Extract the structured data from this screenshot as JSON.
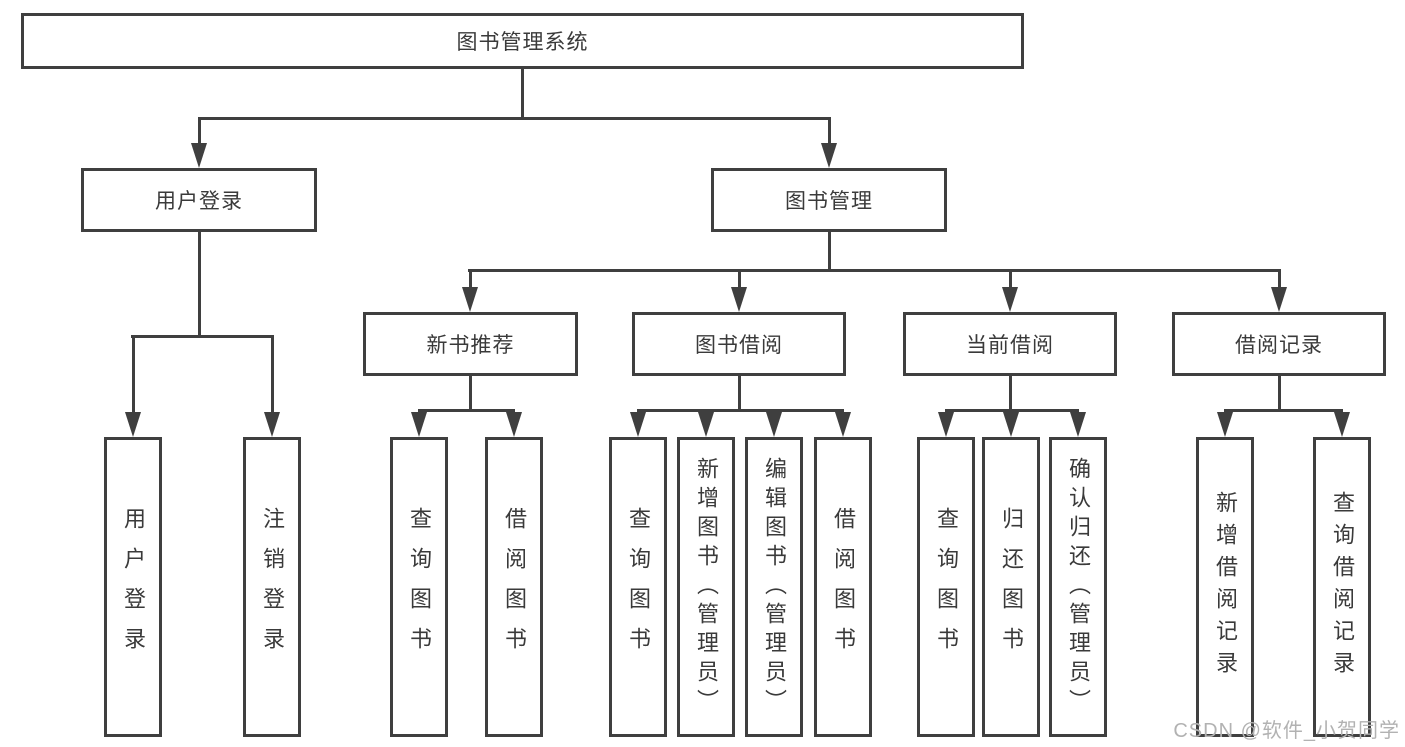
{
  "diagram": {
    "root": {
      "label": "图书管理系统"
    },
    "level2": [
      {
        "label": "用户登录"
      },
      {
        "label": "图书管理"
      }
    ],
    "level3": [
      {
        "label": "新书推荐",
        "parent": "图书管理"
      },
      {
        "label": "图书借阅",
        "parent": "图书管理"
      },
      {
        "label": "当前借阅",
        "parent": "图书管理"
      },
      {
        "label": "借阅记录",
        "parent": "图书管理"
      }
    ],
    "leaves": [
      {
        "label": "用户登录",
        "parent": "用户登录"
      },
      {
        "label": "注销登录",
        "parent": "用户登录"
      },
      {
        "label": "查询图书",
        "parent": "新书推荐"
      },
      {
        "label": "借阅图书",
        "parent": "新书推荐"
      },
      {
        "label": "查询图书",
        "parent": "图书借阅"
      },
      {
        "label": "新增图书（管理员）",
        "parent": "图书借阅"
      },
      {
        "label": "编辑图书（管理员）",
        "parent": "图书借阅"
      },
      {
        "label": "借阅图书",
        "parent": "图书借阅"
      },
      {
        "label": "查询图书",
        "parent": "当前借阅"
      },
      {
        "label": "归还图书",
        "parent": "当前借阅"
      },
      {
        "label": "确认归还（管理员）",
        "parent": "当前借阅"
      },
      {
        "label": "新增借阅记录",
        "parent": "借阅记录"
      },
      {
        "label": "查询借阅记录",
        "parent": "借阅记录"
      }
    ]
  },
  "watermark": {
    "text": "CSDN @软件_小贺同学"
  },
  "colors": {
    "line": "#3f3f3f",
    "text": "#3a3a3a",
    "watermark": "#b2b2b2",
    "background": "#ffffff"
  }
}
